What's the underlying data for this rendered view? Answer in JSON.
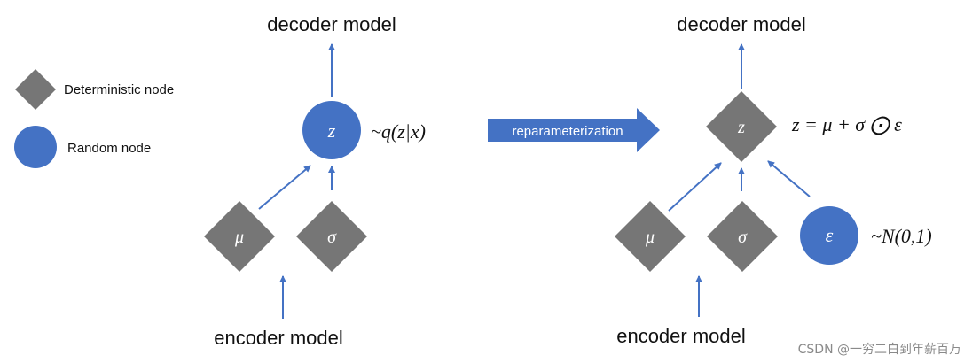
{
  "colors": {
    "deterministic": "#767676",
    "random": "#4472c4",
    "arrow": "#4472c4",
    "text": "#111111",
    "banner_text": "#ffffff"
  },
  "legend": {
    "deterministic_label": "Deterministic node",
    "random_label": "Random node"
  },
  "left": {
    "decoder_label": "decoder model",
    "encoder_label": "encoder model",
    "z_symbol": "z",
    "mu_symbol": "μ",
    "sigma_symbol": "σ",
    "z_formula": "~q(z|x)"
  },
  "transition": {
    "label": "reparameterization"
  },
  "right": {
    "decoder_label": "decoder model",
    "encoder_label": "encoder model",
    "z_symbol": "z",
    "mu_symbol": "μ",
    "sigma_symbol": "σ",
    "eps_symbol": "ε",
    "z_formula": "z = μ + σ ⨀ ε",
    "eps_formula": "~N(0,1)"
  },
  "watermark": "CSDN @一穷二白到年薪百万"
}
